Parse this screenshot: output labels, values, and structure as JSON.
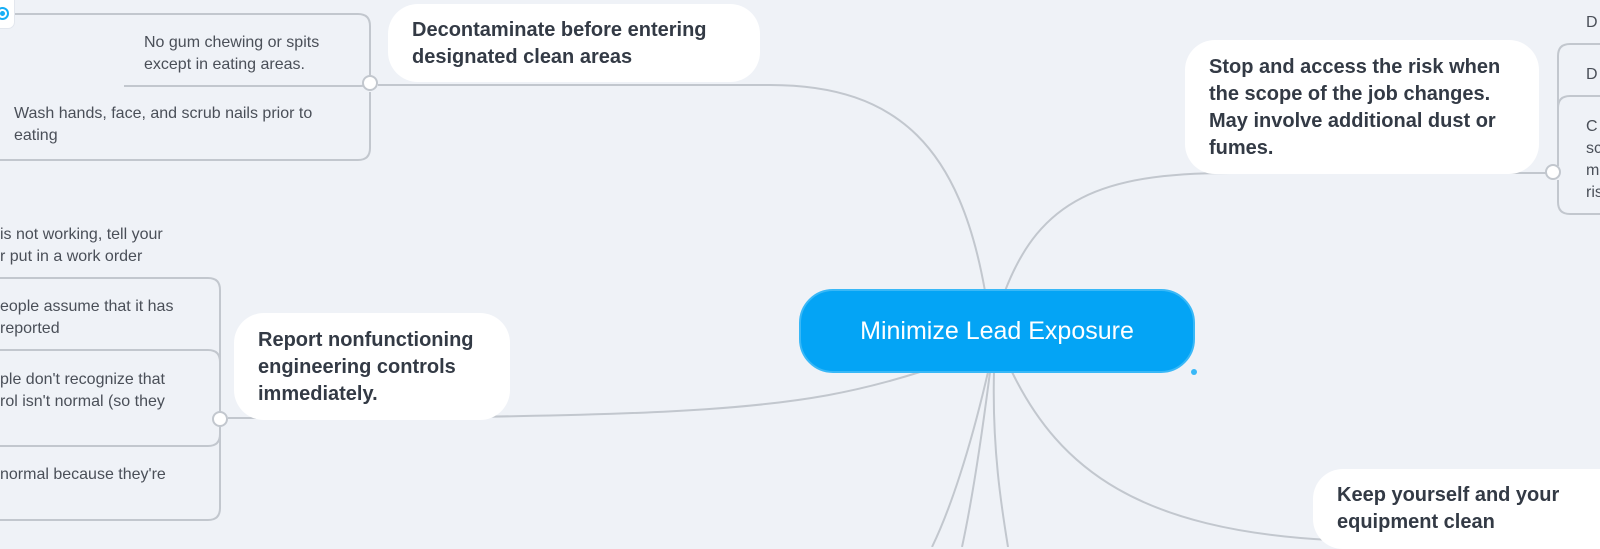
{
  "central": {
    "label": "Minimize Lead Exposure"
  },
  "topics": {
    "decontaminate": {
      "lines": [
        "Decontaminate before entering",
        "designated clean areas"
      ],
      "subtopics": [
        [
          "No gum chewing or spits",
          "except in eating areas."
        ],
        [
          "Wash hands, face, and scrub nails prior to",
          "eating"
        ]
      ]
    },
    "report": {
      "lines": [
        "Report nonfunctioning",
        "engineering controls",
        "immediately."
      ],
      "subtopics": [
        [
          "is not working, tell your",
          "r put in a work order"
        ],
        [
          "eople assume that it has",
          "reported"
        ],
        [
          "ple don't recognize that",
          "rol isn't normal (so they"
        ],
        [
          "normal because they're"
        ]
      ]
    },
    "assess": {
      "lines": [
        "Stop and access the risk when",
        "the scope of the job changes.",
        "May involve additional dust or",
        "fumes."
      ],
      "subtopics": [
        [
          "D"
        ],
        [
          "D"
        ],
        [
          "C",
          "sc",
          "m",
          "ris"
        ]
      ]
    },
    "clean": {
      "lines": [
        "Keep yourself and your",
        "equipment clean"
      ]
    }
  },
  "icons": {
    "corner": "eye-icon"
  },
  "colors": {
    "background": "#eff2f7",
    "central": "#04a4f5",
    "connector": "#c2c7ce",
    "text": "#333a45"
  }
}
